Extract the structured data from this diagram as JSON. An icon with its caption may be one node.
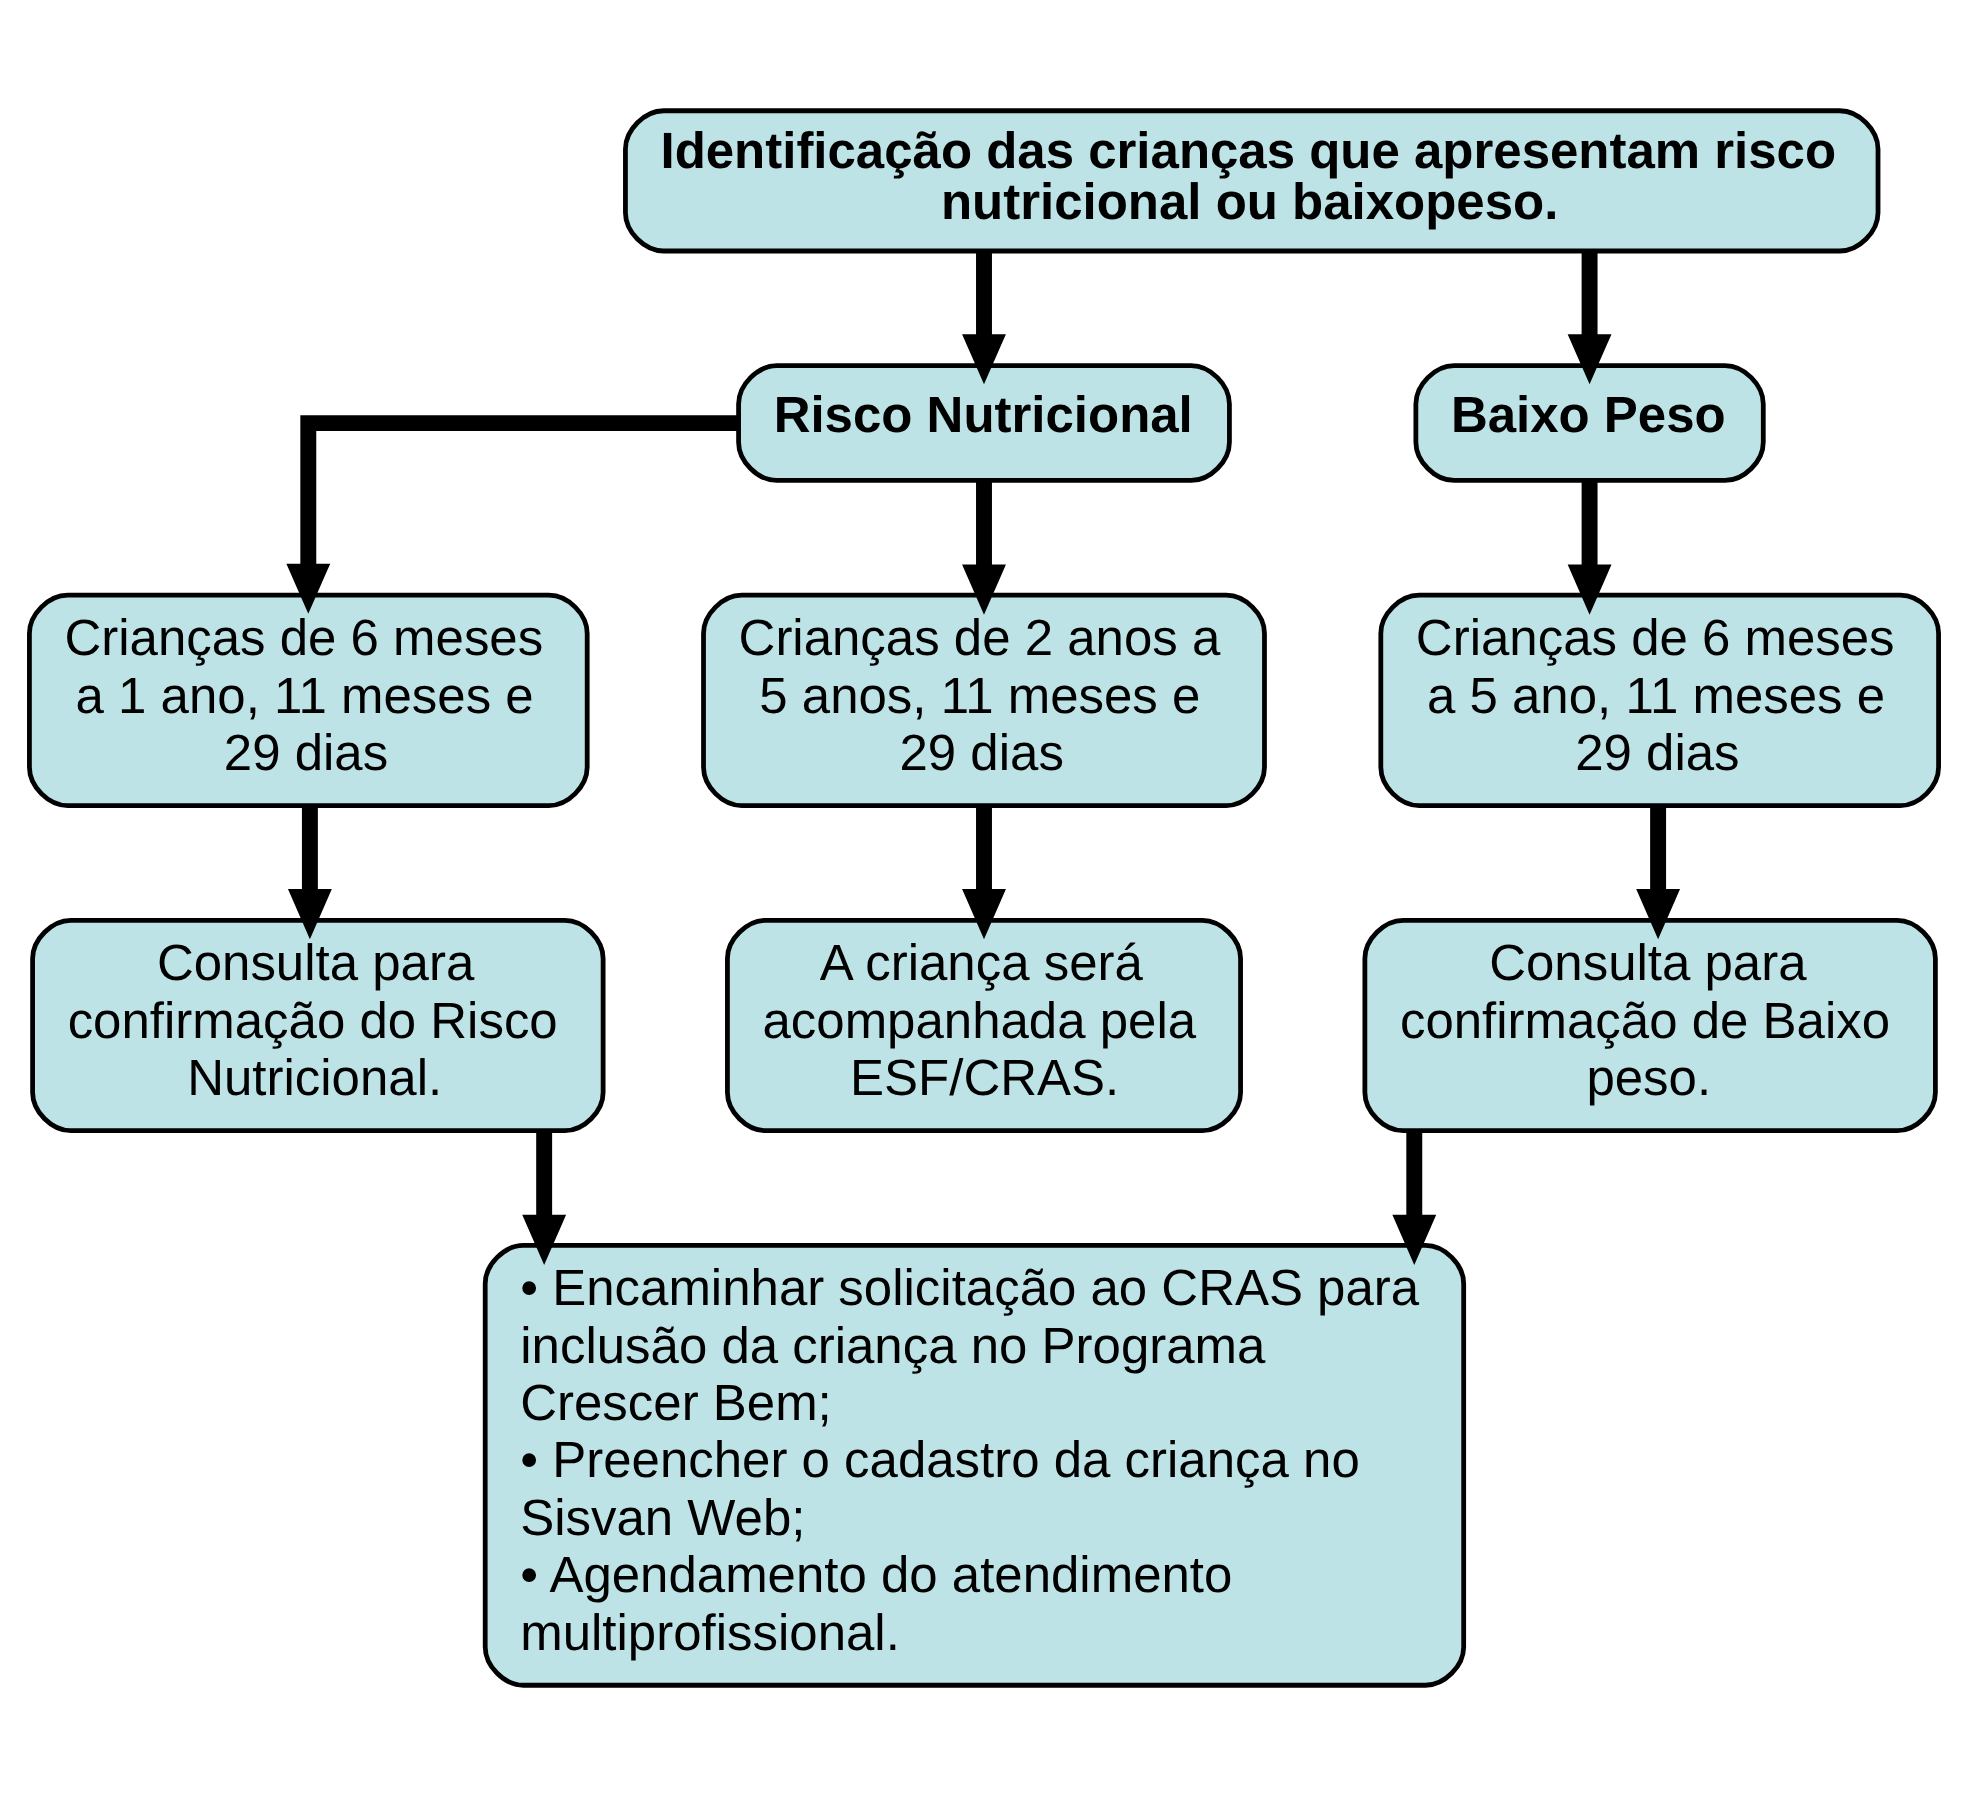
{
  "diagram": {
    "nodes": [
      {
        "text": [
          "Identificação das crianças que apresentam risco nutricional ou baixopeso."
        ]
      },
      {
        "text": [
          "Risco Nutricional"
        ]
      },
      {
        "text": [
          "Baixo Peso"
        ]
      },
      {
        "text": [
          "Crianças de 6 meses a 1 ano, 11 meses e 29 dias"
        ]
      },
      {
        "text": [
          "Crianças de 2 anos a 5 anos, 11 meses e 29 dias"
        ]
      },
      {
        "text": [
          "Crianças de 6 meses a 5 ano, 11 meses e 29 dias"
        ]
      },
      {
        "text": [
          "Consulta para confirmação do Risco Nutricional."
        ]
      },
      {
        "text": [
          "A criança será acompanhada pela ESF/CRAS."
        ]
      },
      {
        "text": [
          "Consulta para confirmação de Baixo peso."
        ]
      },
      {
        "text": [
          "• Encaminhar solicitação ao CRAS para inclusão da criança no Programa Crescer Bem;",
          "• Preencher o cadastro da criança no Sisvan Web;",
          "• Agendamento do atendimento multiprofissional."
        ]
      }
    ],
    "edges": [
      {
        "from": 0,
        "to": 1,
        "arrow": "to"
      },
      {
        "from": 0,
        "to": 2,
        "arrow": "to"
      },
      {
        "from": 1,
        "to": 3,
        "arrow": "to"
      },
      {
        "from": 1,
        "to": 4,
        "arrow": "to"
      },
      {
        "from": 2,
        "to": 5,
        "arrow": "to"
      },
      {
        "from": 3,
        "to": 6,
        "arrow": "to"
      },
      {
        "from": 4,
        "to": 7,
        "arrow": "to"
      },
      {
        "from": 5,
        "to": 8,
        "arrow": "to"
      },
      {
        "from": 6,
        "to": 9,
        "arrow": "to"
      },
      {
        "from": 8,
        "to": 9,
        "arrow": "to"
      }
    ]
  }
}
